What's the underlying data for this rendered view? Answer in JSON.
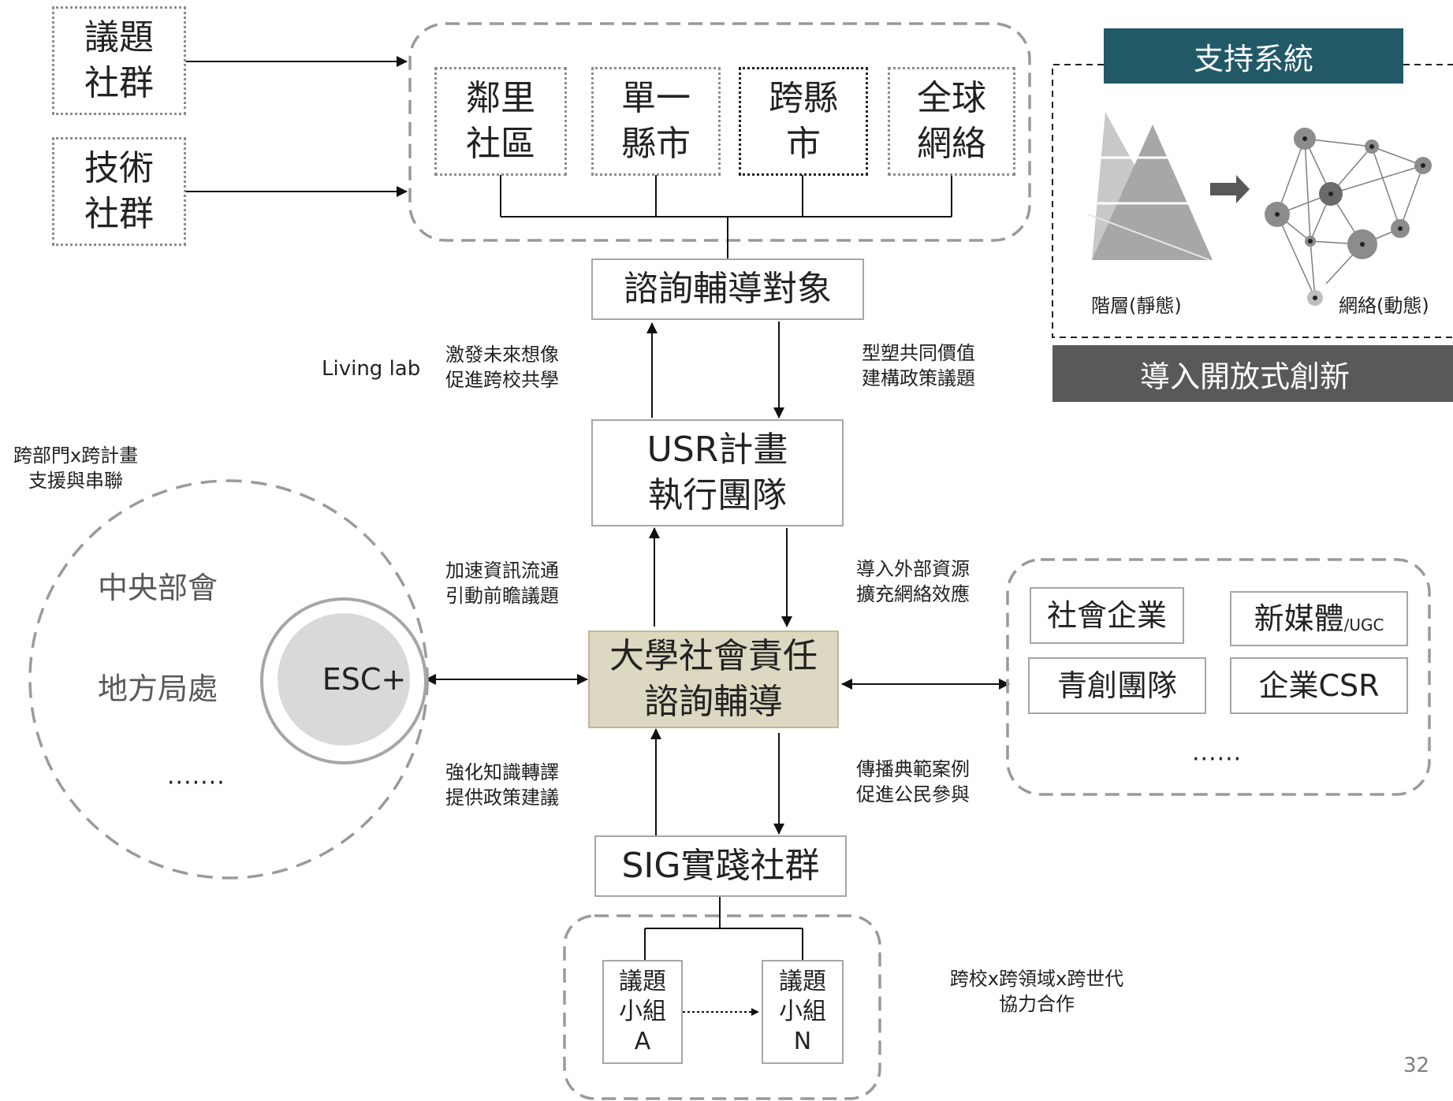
{
  "top_left": {
    "issue_community": "議題\n社群",
    "tech_community": "技術\n社群"
  },
  "scopes": {
    "items": [
      "鄰里\n社區",
      "單一\n縣市",
      "跨縣\n市",
      "全球\n網絡"
    ]
  },
  "nodes": {
    "consult_target": "諮詢輔導對象",
    "usr_team": "USR計畫\n執行團隊",
    "usr_consult": "大學社會責任\n諮詢輔導",
    "sig": "SIG實踐社群"
  },
  "edge_labels": {
    "living_lab": "Living lab",
    "inspire": "激發未來想像\n促進跨校共學",
    "shape_values": "型塑共同價值\n建構政策議題",
    "accelerate": "加速資訊流通\n引動前瞻議題",
    "import_resources": "導入外部資源\n擴充網絡效應",
    "strengthen": "強化知識轉譯\n提供政策建議",
    "spread": "傳播典範案例\n促進公民參與"
  },
  "government": {
    "caption": "跨部門x跨計畫\n支援與串聯",
    "central": "中央部會",
    "local": "地方局處",
    "more": "·······",
    "esc": "ESC+"
  },
  "partners": {
    "social_enterprise": "社會企業",
    "new_media": "新媒體",
    "new_media_sub": "/UGC",
    "youth_team": "青創團隊",
    "csr": "企業CSR",
    "more": "······"
  },
  "support": {
    "title": "支持系統",
    "hierarchy": "階層(靜態)",
    "network": "網絡(動態)",
    "open_innovation": "導入開放式創新"
  },
  "groups": {
    "a": "議題\n小組\nA",
    "n": "議題\n小組\nN",
    "caption": "跨校x跨領域x跨世代\n協力合作"
  },
  "page_number": "32",
  "colors": {
    "teal": "#215967",
    "dark_gray": "#595959",
    "beige": "#dcd8c1",
    "line": "#111111",
    "dash": "#9a9a9a"
  }
}
